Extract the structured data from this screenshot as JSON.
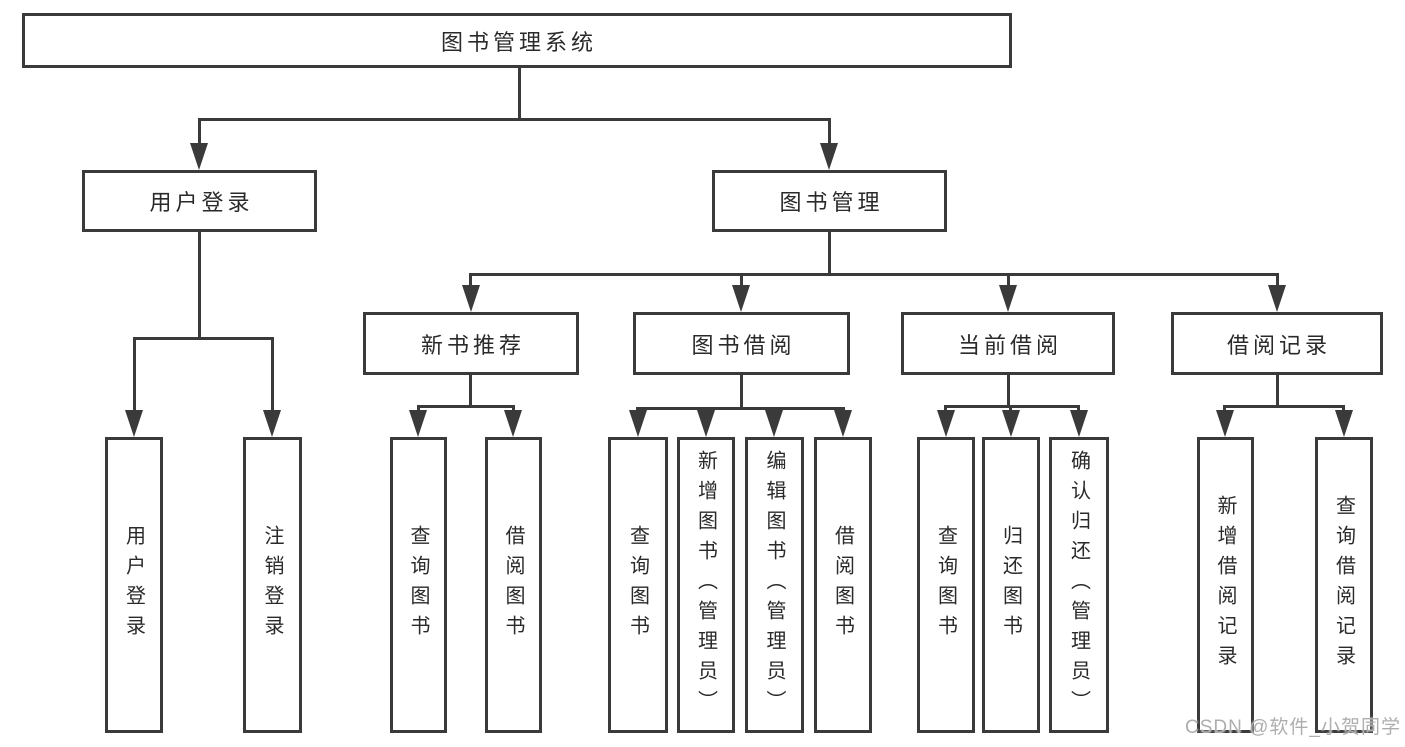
{
  "diagram": {
    "root": {
      "label": "图书管理系统"
    },
    "level1": [
      {
        "label": "用户登录"
      },
      {
        "label": "图书管理"
      }
    ],
    "level2": [
      {
        "label": "新书推荐"
      },
      {
        "label": "图书借阅"
      },
      {
        "label": "当前借阅"
      },
      {
        "label": "借阅记录"
      }
    ],
    "leaves": {
      "user_login": [
        {
          "label": "用户登录"
        },
        {
          "label": "注销登录"
        }
      ],
      "new_book": [
        {
          "label": "查询图书"
        },
        {
          "label": "借阅图书"
        }
      ],
      "book_borrow": [
        {
          "label": "查询图书"
        },
        {
          "label": "新增图书（管理员）"
        },
        {
          "label": "编辑图书（管理员）"
        },
        {
          "label": "借阅图书"
        }
      ],
      "current_borrow": [
        {
          "label": "查询图书"
        },
        {
          "label": "归还图书"
        },
        {
          "label": "确认归还（管理员）"
        }
      ],
      "borrow_record": [
        {
          "label": "新增借阅记录"
        },
        {
          "label": "查询借阅记录"
        }
      ]
    }
  },
  "watermark": {
    "text": "CSDN @软件_小贺同学"
  },
  "colors": {
    "line": "#3a3a3a",
    "text": "#2a2a2a",
    "watermark": "#aeaeae",
    "background": "#ffffff"
  }
}
